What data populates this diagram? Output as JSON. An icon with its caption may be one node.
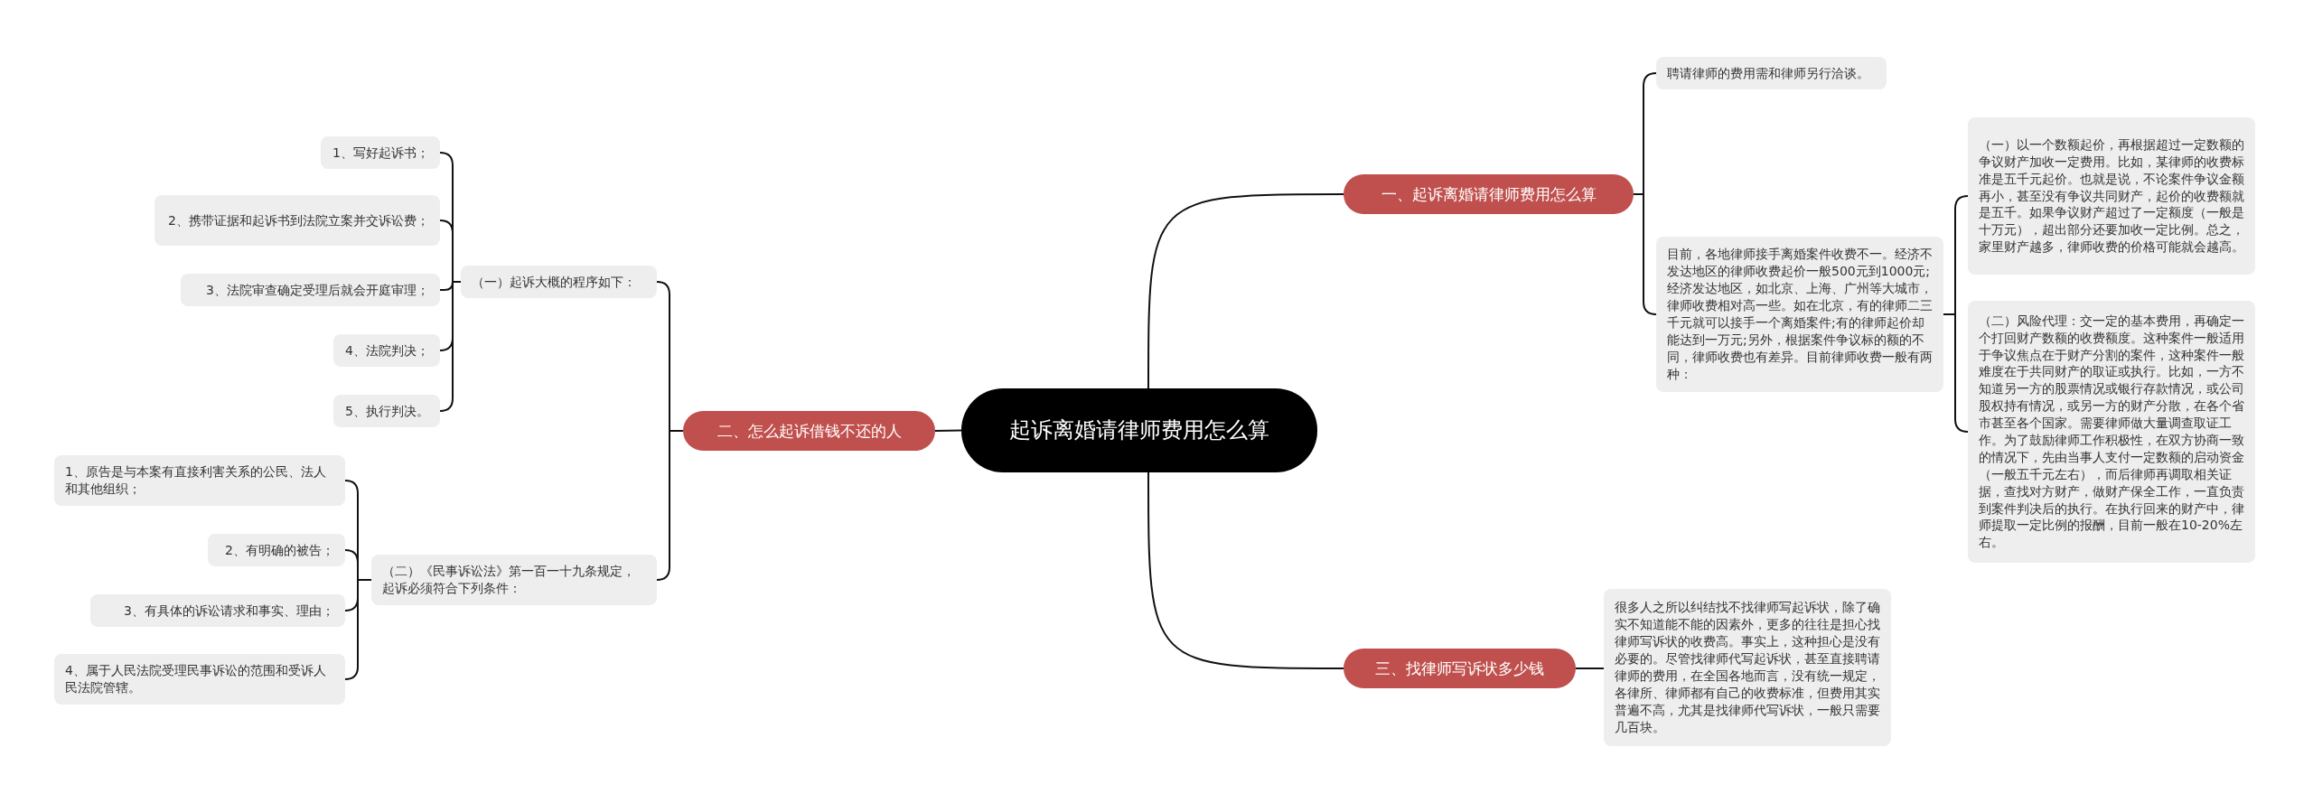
{
  "diagram": {
    "nodes": [
      {
        "text": [
          "起诉离婚请律师费用怎么算"
        ]
      },
      {
        "text": [
          "一、起诉离婚请律师费用怎么算"
        ]
      },
      {
        "text": [
          "聘请律师的费用需和律师另行洽谈。"
        ]
      },
      {
        "text": [
          "目前，各地律师接手离婚案件收费不一。经济不发达地区的律师收费起价一般500元到1000元;经济发达地区，如北京、上海、广州等大城市，律师收费相对高一些。如在北京，有的律师二三千元就可以接手一个离婚案件;有的律师起价却能达到一万元;另外，根据案件争议标的额的不同，律师收费也有差异。目前律师收费一般有两种："
        ]
      },
      {
        "text": [
          "（一）以一个数额起价，再根据超过一定数额的争议财产加收一定费用。比如，某律师的收费标准是五千元起价。也就是说，不论案件争议金额再小，甚至没有争议共同财产，起价的收费额就是五千。如果争议财产超过了一定额度（一般是十万元），超出部分还要加收一定比例。总之，家里财产越多，律师收费的价格可能就会越高。"
        ]
      },
      {
        "text": [
          "（二）风险代理：交一定的基本费用，再确定一个打回财产数额的收费额度。这种案件一般适用于争议焦点在于财产分割的案件，这种案件一般难度在于共同财产的取证或执行。比如，一方不知道另一方的股票情况或银行存款情况，或公司股权持有情况，或另一方的财产分散，在各个省市甚至各个国家。需要律师做大量调查取证工作。为了鼓励律师工作积极性，在双方协商一致的情况下，先由当事人支付一定数额的启动资金（一般五千元左右），而后律师再调取相关证据，查找对方财产，做财产保全工作，一直负责到案件判决后的执行。在执行回来的财产中，律师提取一定比例的报酬，目前一般在10-20%左右。"
        ]
      },
      {
        "text": [
          "二、怎么起诉借钱不还的人"
        ]
      },
      {
        "text": [
          "（一）起诉大概的程序如下："
        ]
      },
      {
        "text": [
          "1、写好起诉书；"
        ]
      },
      {
        "text": [
          "2、携带证据和起诉书到法院立案并交诉讼费；"
        ]
      },
      {
        "text": [
          "3、法院审查确定受理后就会开庭审理；"
        ]
      },
      {
        "text": [
          "4、法院判决；"
        ]
      },
      {
        "text": [
          "5、执行判决。"
        ]
      },
      {
        "text": [
          "（二）《民事诉讼法》第一百一十九条规定，起诉必须符合下列条件："
        ]
      },
      {
        "text": [
          "1、原告是与本案有直接利害关系的公民、法人和其他组织；"
        ]
      },
      {
        "text": [
          "2、有明确的被告；"
        ]
      },
      {
        "text": [
          "3、有具体的诉讼请求和事实、理由；"
        ]
      },
      {
        "text": [
          "4、属于人民法院受理民事诉讼的范围和受诉人民法院管辖。"
        ]
      },
      {
        "text": [
          "三、找律师写诉状多少钱"
        ]
      },
      {
        "text": [
          "很多人之所以纠结找不找律师写起诉状，除了确实不知道能不能的因素外，更多的往往是担心找律师写诉状的收费高。事实上，这种担心是没有必要的。尽管找律师代写起诉状，甚至直接聘请律师的费用，在全国各地而言，没有统一规定，各律所、律师都有自己的收费标准，但费用其实普遍不高，尤其是找律师代写诉状，一般只需要几百块。"
        ]
      }
    ],
    "edges": [
      {
        "from": 0,
        "to": 1,
        "arrow": "none"
      },
      {
        "from": 1,
        "to": 2,
        "arrow": "none"
      },
      {
        "from": 1,
        "to": 3,
        "arrow": "none"
      },
      {
        "from": 3,
        "to": 4,
        "arrow": "none"
      },
      {
        "from": 3,
        "to": 5,
        "arrow": "none"
      },
      {
        "from": 0,
        "to": 6,
        "arrow": "none"
      },
      {
        "from": 6,
        "to": 7,
        "arrow": "none"
      },
      {
        "from": 7,
        "to": 8,
        "arrow": "none"
      },
      {
        "from": 7,
        "to": 9,
        "arrow": "none"
      },
      {
        "from": 7,
        "to": 10,
        "arrow": "none"
      },
      {
        "from": 7,
        "to": 11,
        "arrow": "none"
      },
      {
        "from": 7,
        "to": 12,
        "arrow": "none"
      },
      {
        "from": 6,
        "to": 13,
        "arrow": "none"
      },
      {
        "from": 13,
        "to": 14,
        "arrow": "none"
      },
      {
        "from": 13,
        "to": 15,
        "arrow": "none"
      },
      {
        "from": 13,
        "to": 16,
        "arrow": "none"
      },
      {
        "from": 13,
        "to": 17,
        "arrow": "none"
      },
      {
        "from": 0,
        "to": 18,
        "arrow": "none"
      },
      {
        "from": 18,
        "to": 19,
        "arrow": "none"
      }
    ]
  }
}
